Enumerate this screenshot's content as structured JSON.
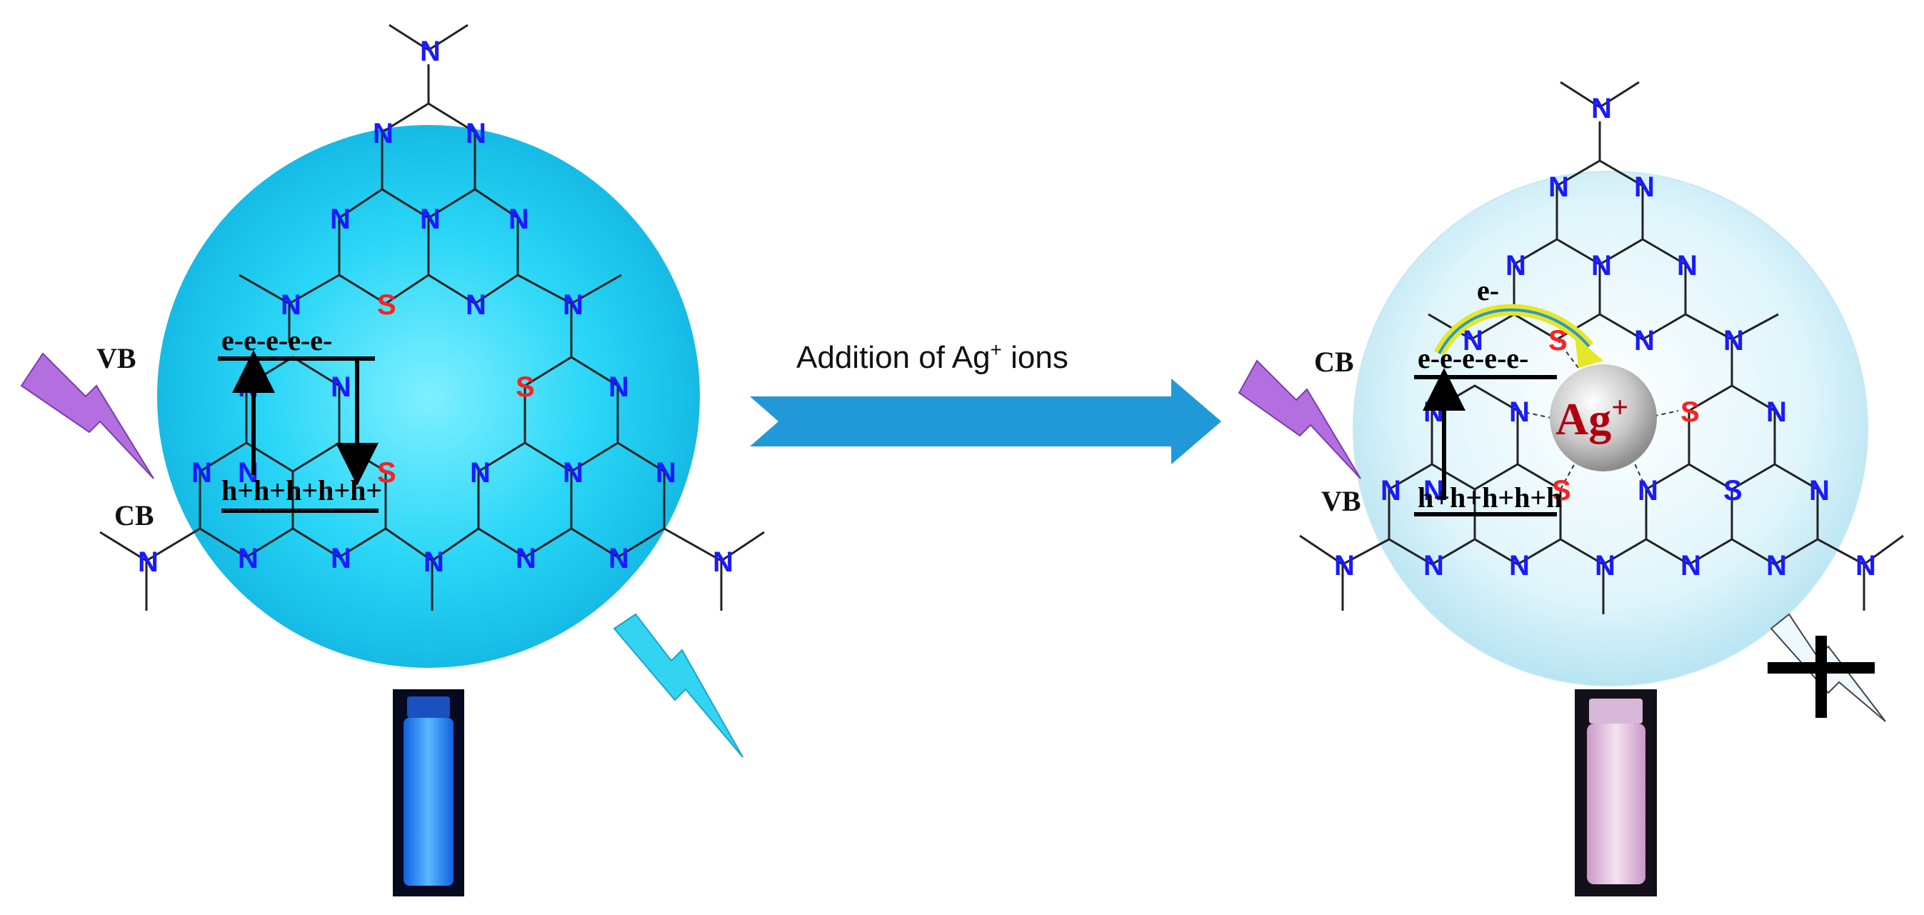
{
  "center_arrow": {
    "label": "Addition of Ag",
    "label_sup": "+",
    "label_tail": " ions",
    "color": "#2199d8"
  },
  "left_panel": {
    "vb_label": "VB",
    "cb_label": "CB",
    "electrons": "e-e-e-e-e-",
    "holes": "h+h+h+h+h+",
    "circle_color": "#19d0f5"
  },
  "right_panel": {
    "cb_label": "CB",
    "vb_label": "VB",
    "electrons": "e-e-e-e-e-",
    "holes": "h+h+h+h+h",
    "transfer_electron": "e-",
    "ion": "Ag",
    "ion_sup": "+",
    "circle_color": "#d9f4fb"
  },
  "atoms": {
    "nitrogen": "N",
    "sulfur": "S"
  },
  "colors": {
    "nitrogen": "#1a1aff",
    "sulfur": "#ff2020",
    "lightning_violet": "#b36fe0",
    "lightning_cyan": "#33d4f2"
  },
  "icons": [
    "lightning-bolt-icon",
    "vial-icon",
    "cross-icon"
  ]
}
